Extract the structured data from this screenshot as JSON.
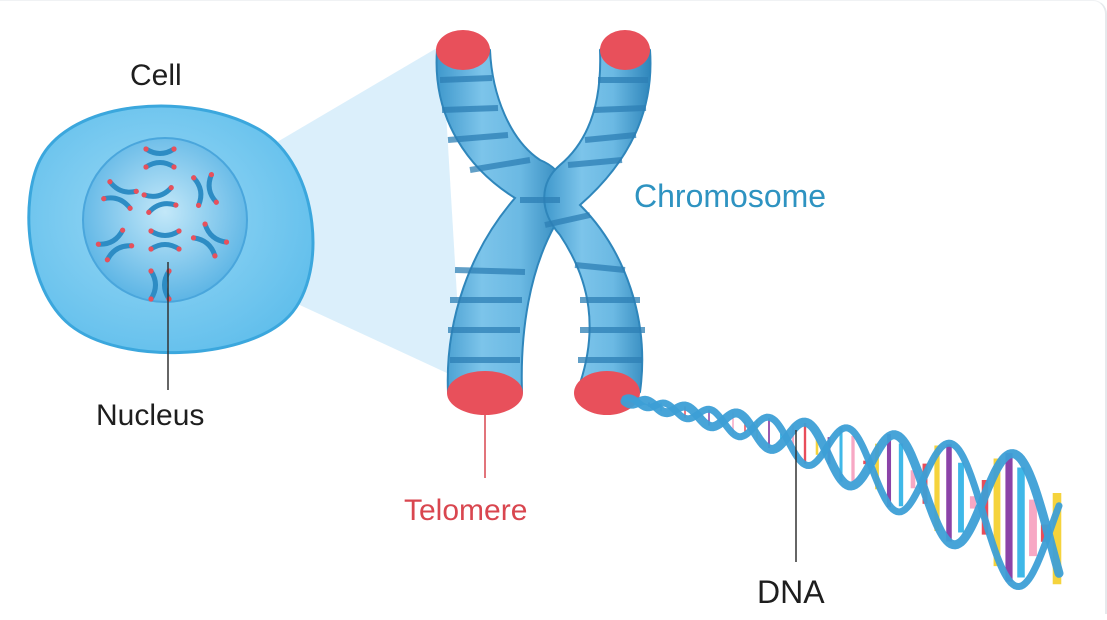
{
  "labels": {
    "cell": "Cell",
    "nucleus": "Nucleus",
    "chromosome": "Chromosome",
    "telomere": "Telomere",
    "dna": "DNA"
  },
  "colors": {
    "cell_fill": "#7fcdf1",
    "cell_stroke": "#3ba7dd",
    "nucleus_fill": "#6fc0ea",
    "chromosome_body": "#5aaedb",
    "chromosome_band": "#2d84b8",
    "telomere": "#e8505b",
    "label_dark": "#1e1e1e",
    "label_chromosome": "#2e93c1",
    "label_telomere": "#d9464f",
    "dna_backbone": "#3d9fd6",
    "dna_rungs": [
      "#e84d5a",
      "#f5d33c",
      "#8b43a8",
      "#3fb8e8",
      "#f7a8c4"
    ]
  }
}
